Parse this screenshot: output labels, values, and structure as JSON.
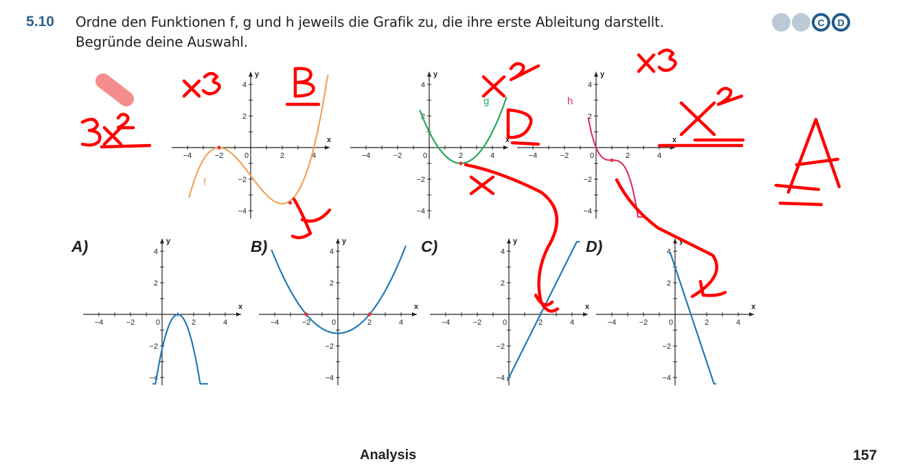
{
  "task": {
    "number": "5.10",
    "line1": "Ordne den Funktionen f, g und h jeweils die Grafik zu, die ihre erste Ableitung darstellt.",
    "line2": "Begründe deine Auswahl."
  },
  "difficulty": {
    "dot3": "C",
    "dot4": "D"
  },
  "colors": {
    "f": "#f0a25a",
    "g": "#22a75e",
    "h": "#e0306a",
    "derivative": "#1f78b4",
    "ink": "#ff0000",
    "axis": "#231f20"
  },
  "axes": {
    "x": "x",
    "y": "y"
  },
  "function_labels": {
    "f": "f",
    "g": "g",
    "h": "h"
  },
  "answer_labels": {
    "a": "A)",
    "b": "B)",
    "c": "C)",
    "d": "D)"
  },
  "ticks": {
    "neg4": "−4",
    "neg2": "−2",
    "zero": "0",
    "pos2": "2",
    "pos4": "4"
  },
  "annotations": [
    "x³",
    "B",
    "3x²",
    "x²",
    "D",
    "x",
    "x³",
    "x²",
    "A"
  ],
  "footer": {
    "title": "Analysis",
    "page": "157"
  }
}
